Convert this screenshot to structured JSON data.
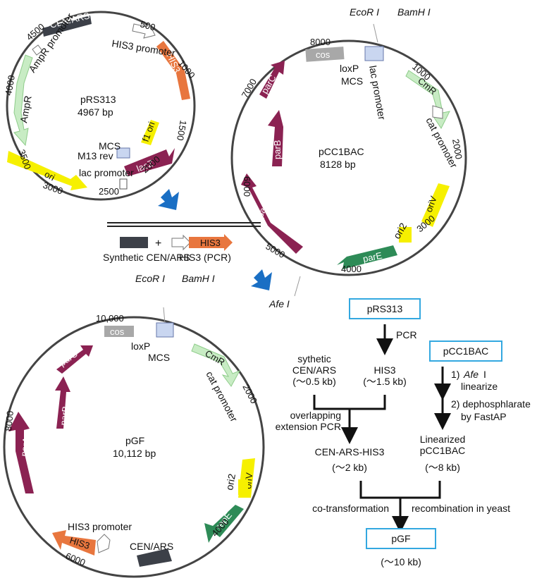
{
  "colors": {
    "plum": "#8B2252",
    "orange": "#E8763E",
    "lightgreen": "#C8ECC4",
    "yellow": "#F6F000",
    "green": "#2E8B57",
    "dark": "#3C4048",
    "grey": "#A8A8A8",
    "blue_arrow": "#1A6FC4",
    "box_blue": "#33A8E0",
    "white": "#FFFFFF"
  },
  "plasmids": {
    "prs313": {
      "name": "pRS313",
      "size": "4967 bp",
      "ticks": [
        "500",
        "1000",
        "1500",
        "2000",
        "2500",
        "3000",
        "3500",
        "4000",
        "4500"
      ],
      "features": {
        "cen_ars": "CEN/ARS",
        "his3": "HIS3",
        "his3_promoter": "HIS3 promoter",
        "f1_ori": "f1 ori",
        "lacZ": "lacZ",
        "lac_promoter": "lac promoter",
        "m13_rev": "M13 rev",
        "mcs": "MCS",
        "ori": "ori",
        "ampR": "AmpR",
        "ampR_promoter": "AmpR promoter"
      }
    },
    "pcc1bac": {
      "name": "pCC1BAC",
      "size": "8128 bp",
      "ticks": [
        "1000",
        "2000",
        "3000",
        "4000",
        "5000",
        "6000",
        "7000",
        "8000"
      ],
      "sites": {
        "ecori": "EcoR I",
        "bamhi": "BamH I",
        "afei": "Afe I"
      },
      "features": {
        "cos": "cos",
        "loxp": "loxP",
        "mcs": "MCS",
        "lac_promoter": "lac promoter",
        "cmr": "CmR",
        "cat_promoter": "cat promoter",
        "oriv": "oriV",
        "ori2": "ori2",
        "pare": "parE",
        "para": "parA",
        "parb": "parB",
        "parc": "parC"
      }
    },
    "pgf": {
      "name": "pGF",
      "size": "10,112 bp",
      "ticks": [
        "2000",
        "4000",
        "6000",
        "8000",
        "10,000"
      ],
      "sites": {
        "ecori": "EcoR I",
        "bamhi": "BamH I"
      },
      "features": {
        "cos": "cos",
        "loxp": "loxP",
        "mcs": "MCS",
        "cmr": "CmR",
        "cat_promoter": "cat promoter",
        "oriv": "oriV",
        "ori2": "ori2",
        "repe": "repE",
        "cen_ars": "CEN/ARS",
        "his3": "HIS3",
        "his3_promoter": "HIS3 promoter",
        "para": "parA",
        "parb": "parB",
        "parc": "parC"
      }
    }
  },
  "legend": {
    "plus": "+",
    "his3": "HIS3",
    "synthetic_label": "Synthetic CEN/ARS",
    "his3_pcr_label": "HIS3 (PCR)"
  },
  "flow": {
    "prs313": "pRS313",
    "pcr": "PCR",
    "sythetic": "sythetic",
    "cen_ars": "CEN/ARS",
    "cen_size": "(～0.5 kb)",
    "his3": "HIS3",
    "his3_size": "(～1.5 kb)",
    "overlap1": "overlapping",
    "overlap2": "extension PCR",
    "cen_ars_his3": "CEN-ARS-HIS3",
    "cah_size": "(～2 kb)",
    "pcc1bac": "pCC1BAC",
    "step1_num": "1)",
    "step1_site": "Afe",
    "step1_roman": "I",
    "step1b": "linearize",
    "step2a": "2) dephosphlarate",
    "step2b": "by FastAP",
    "linearized": "Linearized",
    "lin_name": "pCC1BAC",
    "lin_size": "(～8 kb)",
    "cotrans": "co-transformation",
    "recomb": "recombination in yeast",
    "pgf": "pGF",
    "pgf_size": "(～10 kb)"
  }
}
